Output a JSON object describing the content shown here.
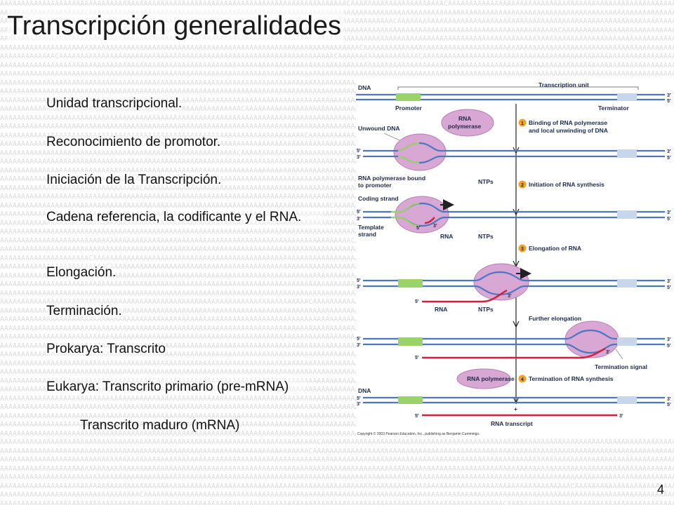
{
  "slide": {
    "title": "Transcripción generalidades",
    "page_number": "4",
    "bullets": [
      "Unidad transcripcional.",
      "Reconocimiento  de  promotor.",
      "Iniciación de la Transcripción.",
      "Cadena referencia, la codificante y el RNA.",
      "Elongación.",
      "Terminación.",
      "Prokarya: Transcrito",
      "Eukarya: Transcrito primario (pre-mRNA)"
    ],
    "sub_bullet": "Transcrito maduro (mRNA)"
  },
  "figure": {
    "labels": {
      "dna": "DNA",
      "transcription_unit": "Transcription unit",
      "promoter": "Promoter",
      "terminator": "Terminator",
      "rna_polymerase": "RNA polymerase",
      "unwound_dna": "Unwound DNA",
      "rna_pol_bound": "RNA polymerase bound to promoter",
      "coding_strand": "Coding strand",
      "template_strand": "Template strand",
      "rna": "RNA",
      "ntps": "NTPs",
      "termination_signal": "Termination signal",
      "rna_transcript": "RNA transcript",
      "plus": "+",
      "five_prime": "5′",
      "three_prime": "3′",
      "copyright": "Copyright © 2003 Pearson Education, Inc., publishing as Benjamin Cummings."
    },
    "steps": [
      {
        "num": "1",
        "text": "Binding of RNA polymerase and local unwinding of DNA"
      },
      {
        "num": "2",
        "text": "Initiation of RNA synthesis"
      },
      {
        "num": "3",
        "text": "Elongation of RNA"
      },
      {
        "num": "",
        "text": "Further elongation"
      },
      {
        "num": "4",
        "text": "Termination of RNA synthesis"
      }
    ],
    "colors": {
      "dna_strand": "#4a78c0",
      "promoter": "#9bd36b",
      "terminator": "#c8d6ec",
      "rna": "#d81e3c",
      "polymerase": "#d9a7d4",
      "step_badge": "#f4a024",
      "arrow": "#222222"
    }
  }
}
